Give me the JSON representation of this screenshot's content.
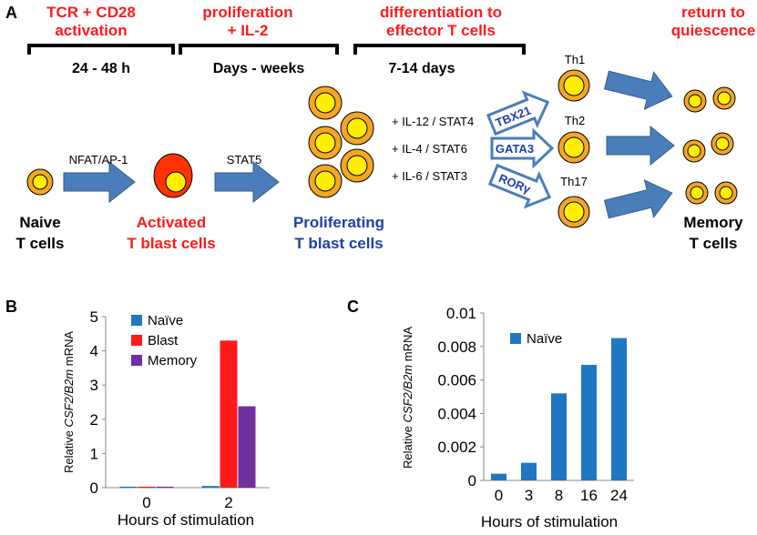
{
  "colors": {
    "red_label": "#ff1a1a",
    "blue_label": "#1f3fa8",
    "arrow_fill": "#4a7ebb",
    "cell_outer": "#f5a623",
    "cell_inner": "#ffee00",
    "blast_outer": "#ff3300",
    "naive_bar": "#1f77c4",
    "blast_bar": "#ff1a1a",
    "memory_bar": "#7030a0"
  },
  "panel_a": {
    "letter": "A",
    "headers": [
      {
        "text_lines": [
          "TCR + CD28",
          "activation"
        ],
        "duration": "24 - 48 h"
      },
      {
        "text_lines": [
          "proliferation",
          "+ IL-2"
        ],
        "duration": "Days - weeks"
      },
      {
        "text_lines": [
          "differentiation to",
          "effector T cells"
        ],
        "duration": "7-14  days"
      },
      {
        "text_lines": [
          "return to",
          "quiescence"
        ]
      }
    ],
    "arrow_labels": [
      "NFAT/AP-1",
      "STAT5"
    ],
    "conditions": [
      "+ IL-12 / STAT4",
      "+ IL-4 / STAT6",
      "+ IL-6 / STAT3"
    ],
    "transcription_factors": [
      "TBX21",
      "GATA3",
      "RORγ"
    ],
    "subsets": [
      "Th1",
      "Th2",
      "Th17"
    ],
    "stage_labels": [
      {
        "lines": [
          "Naive",
          "T cells"
        ],
        "color": "black"
      },
      {
        "lines": [
          "Activated",
          "T blast cells"
        ],
        "color": "red"
      },
      {
        "lines": [
          "Proliferating",
          "T blast cells"
        ],
        "color": "blue"
      },
      {
        "lines": [
          "Memory",
          "T cells"
        ],
        "color": "black"
      }
    ]
  },
  "panel_b": {
    "letter": "B",
    "chart_data": {
      "type": "bar",
      "categories": [
        "0",
        "2"
      ],
      "series": [
        {
          "name": "Naïve",
          "values": [
            0.03,
            0.05
          ]
        },
        {
          "name": "Blast",
          "values": [
            0.03,
            4.3
          ]
        },
        {
          "name": "Memory",
          "values": [
            0.03,
            2.38
          ]
        }
      ],
      "xlabel": "Hours of stimulation",
      "ylabel_parts": [
        "Relative ",
        "CSF2/B2m",
        " mRNA"
      ],
      "ylim": [
        0,
        5
      ],
      "yticks": [
        "0",
        "1",
        "2",
        "3",
        "4",
        "5"
      ],
      "legend_position": "top-left"
    }
  },
  "panel_c": {
    "letter": "C",
    "chart_data": {
      "type": "bar",
      "categories": [
        "0",
        "3",
        "8",
        "16",
        "24"
      ],
      "series": [
        {
          "name": "Naïve",
          "values": [
            0.0004,
            0.00105,
            0.0052,
            0.0069,
            0.0085
          ]
        }
      ],
      "xlabel": "Hours of stimulation",
      "ylabel_parts": [
        "Relative ",
        "CSF2/B2m",
        " mRNA"
      ],
      "ylim": [
        0,
        0.01
      ],
      "yticks": [
        "0",
        "0.002",
        "0.004",
        "0.006",
        "0.008",
        "0.01"
      ],
      "legend_position": "top-left"
    }
  }
}
